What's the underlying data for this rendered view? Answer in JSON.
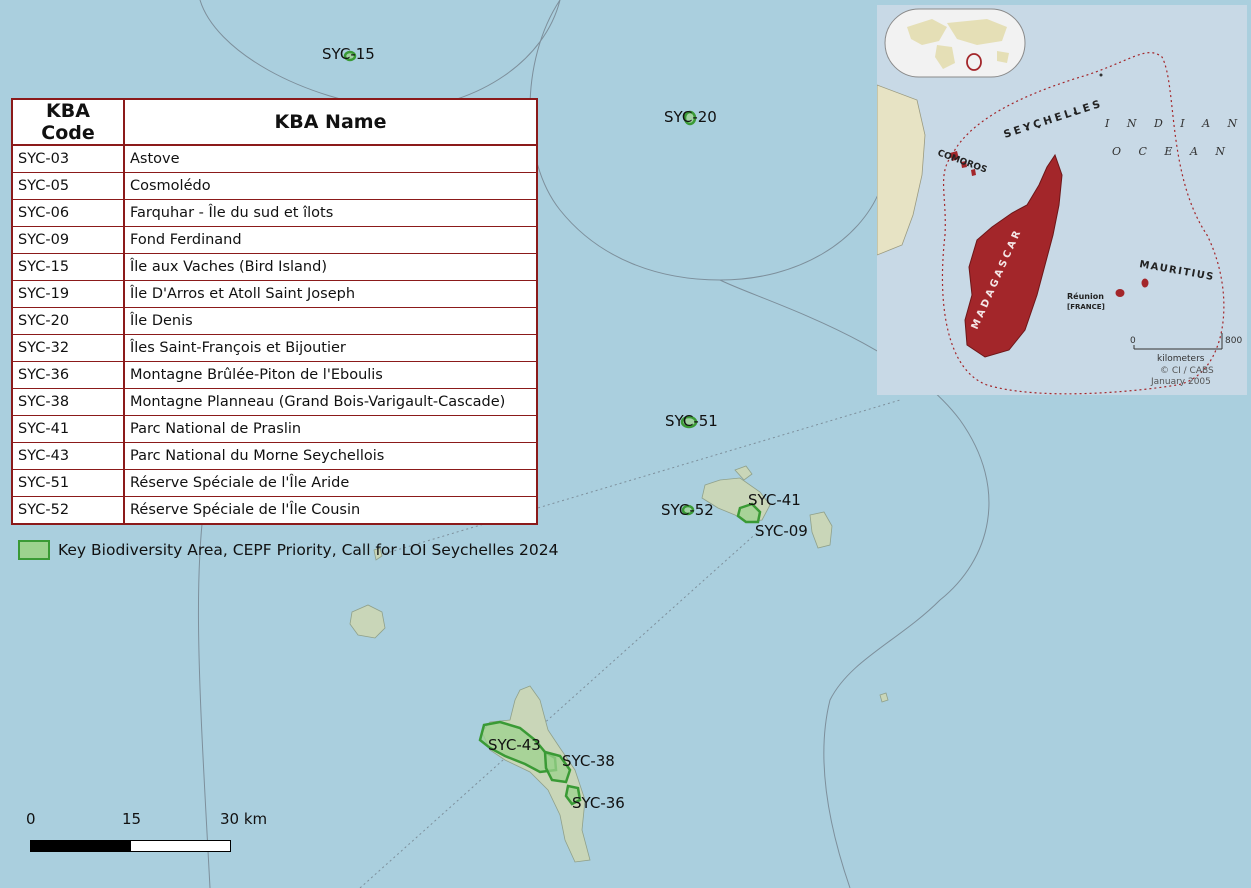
{
  "table": {
    "headers": [
      "KBA Code",
      "KBA Name"
    ],
    "rows": [
      {
        "code": "SYC-03",
        "name": "Astove"
      },
      {
        "code": "SYC-05",
        "name": "Cosmolédo"
      },
      {
        "code": "SYC-06",
        "name": "Farquhar - Île du sud et îlots"
      },
      {
        "code": "SYC-09",
        "name": "Fond Ferdinand"
      },
      {
        "code": "SYC-15",
        "name": "Île aux Vaches (Bird Island)"
      },
      {
        "code": "SYC-19",
        "name": "Île D'Arros et Atoll Saint Joseph"
      },
      {
        "code": "SYC-20",
        "name": "Île Denis"
      },
      {
        "code": "SYC-32",
        "name": "Îles Saint-François et Bijoutier"
      },
      {
        "code": "SYC-36",
        "name": "Montagne Brûlée-Piton de l'Eboulis"
      },
      {
        "code": "SYC-38",
        "name": "Montagne Planneau (Grand Bois-Varigault-Cascade)"
      },
      {
        "code": "SYC-41",
        "name": "Parc National de Praslin"
      },
      {
        "code": "SYC-43",
        "name": "Parc National du Morne Seychellois"
      },
      {
        "code": "SYC-51",
        "name": "Réserve Spéciale de l'Île Aride"
      },
      {
        "code": "SYC-52",
        "name": "Réserve Spéciale de l'Île Cousin"
      }
    ]
  },
  "legend": {
    "label": "Key Biodiversity Area, CEPF Priority, Call for LOI Seychelles 2024",
    "fill_color": "#9cd28e",
    "stroke_color": "#3a9a35"
  },
  "map_labels": {
    "syc15": "SYC-15",
    "syc20": "SYC-20",
    "syc51": "SYC-51",
    "syc52": "SYC-52",
    "syc41": "SYC-41",
    "syc09": "SYC-09",
    "syc43": "SYC-43",
    "syc38": "SYC-38",
    "syc36": "SYC-36"
  },
  "scale_bar": {
    "label_0": "0",
    "label_15": "15",
    "label_30": "30 km"
  },
  "inset": {
    "seychelles": "SEYCHELLES",
    "comoros": "COMOROS",
    "madagascar": "MADAGASCAR",
    "mauritius": "MAURITIUS",
    "reunion": "Réunion",
    "france": "[FRANCE]",
    "indian": "I N D I A N",
    "ocean": "O C E A N",
    "scale_0": "0",
    "scale_800": "800",
    "scale_unit": "kilometers",
    "credit": "© CI / CABS",
    "date": "January 2005"
  },
  "colors": {
    "sea": "#aacfde",
    "land": "#c9d6b8",
    "kba_fill": "#9cd28e",
    "kba_stroke": "#3a9a35",
    "table_border": "#8b1a1a",
    "inset_land_highlight": "#a3262a"
  }
}
